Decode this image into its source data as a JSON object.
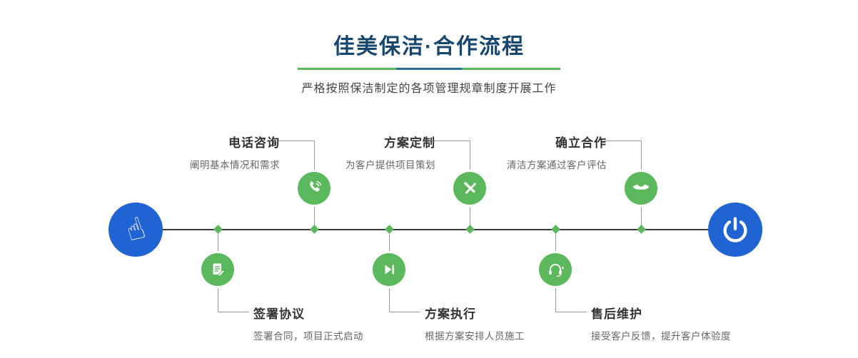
{
  "header": {
    "title": "佳美保洁·合作流程",
    "subtitle": "严格按照保洁制定的各项管理规章制度开展工作"
  },
  "flow": {
    "steps_top": [
      {
        "icon": "phone-icon",
        "title": "电话咨询",
        "desc": "阐明基本情况和需求"
      },
      {
        "icon": "design-pen-icon",
        "title": "方案定制",
        "desc": "为客户提供项目策划"
      },
      {
        "icon": "handshake-icon",
        "title": "确立合作",
        "desc": "清洁方案通过客户评估"
      }
    ],
    "steps_bottom": [
      {
        "icon": "contract-icon",
        "title": "签署协议",
        "desc": "签署合同，项目正式启动"
      },
      {
        "icon": "execute-icon",
        "title": "方案执行",
        "desc": "根据方案安排人员施工"
      },
      {
        "icon": "headset-icon",
        "title": "售后维护",
        "desc": "接受客户反馈，提升客户体验度"
      }
    ],
    "start_icon": "pointing-hand-icon",
    "end_icon": "power-icon",
    "colors": {
      "green": "#5cb85c",
      "blue_circle": "#2064d4",
      "title_navy": "#17466f",
      "underline_blue": "#2c6a9e"
    }
  }
}
